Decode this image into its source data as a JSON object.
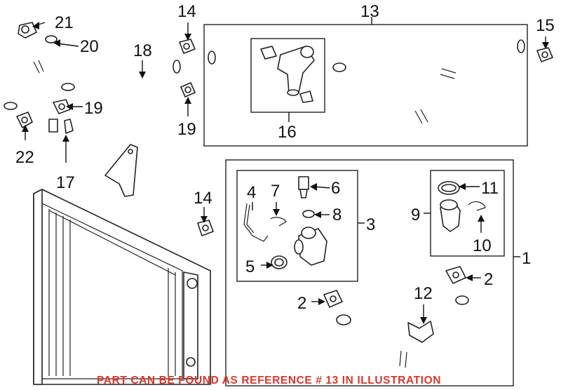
{
  "callouts": {
    "n1": "1",
    "n2a": "2",
    "n2b": "2",
    "n3": "3",
    "n4": "4",
    "n5": "5",
    "n6": "6",
    "n7": "7",
    "n8": "8",
    "n9": "9",
    "n10": "10",
    "n11": "11",
    "n12": "12",
    "n13": "13",
    "n14a": "14",
    "n14b": "14",
    "n15": "15",
    "n16": "16",
    "n17": "17",
    "n18": "18",
    "n19a": "19",
    "n19b": "19",
    "n20": "20",
    "n21": "21",
    "n22": "22"
  },
  "footer_note": "PART CAN BE FOUND AS REFERENCE # 13 IN ILLUSTRATION",
  "colors": {
    "note": "#d9382e",
    "line": "#222222"
  }
}
